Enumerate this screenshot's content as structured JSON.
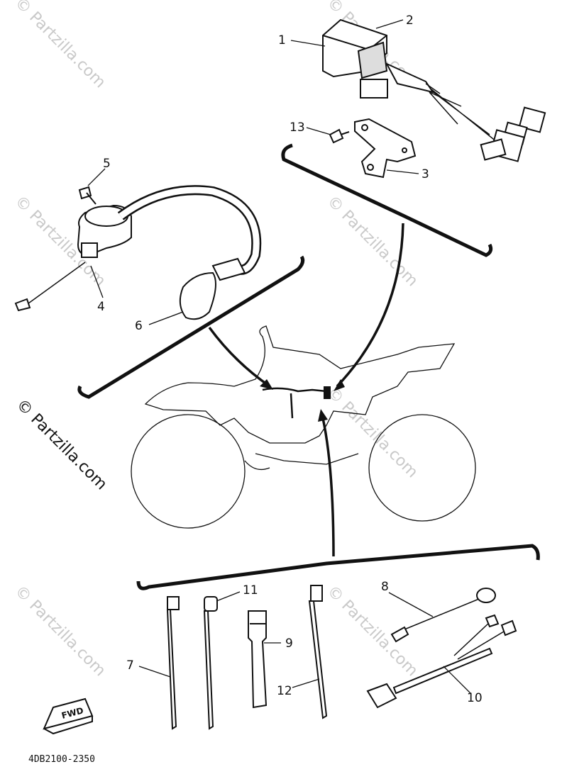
{
  "diagram": {
    "part_code": "4DB2100-2350",
    "fwd_label": "FWD",
    "watermark": "© Partzilla.com",
    "callouts": [
      "1",
      "2",
      "3",
      "4",
      "5",
      "6",
      "7",
      "8",
      "9",
      "10",
      "11",
      "12",
      "13"
    ]
  }
}
